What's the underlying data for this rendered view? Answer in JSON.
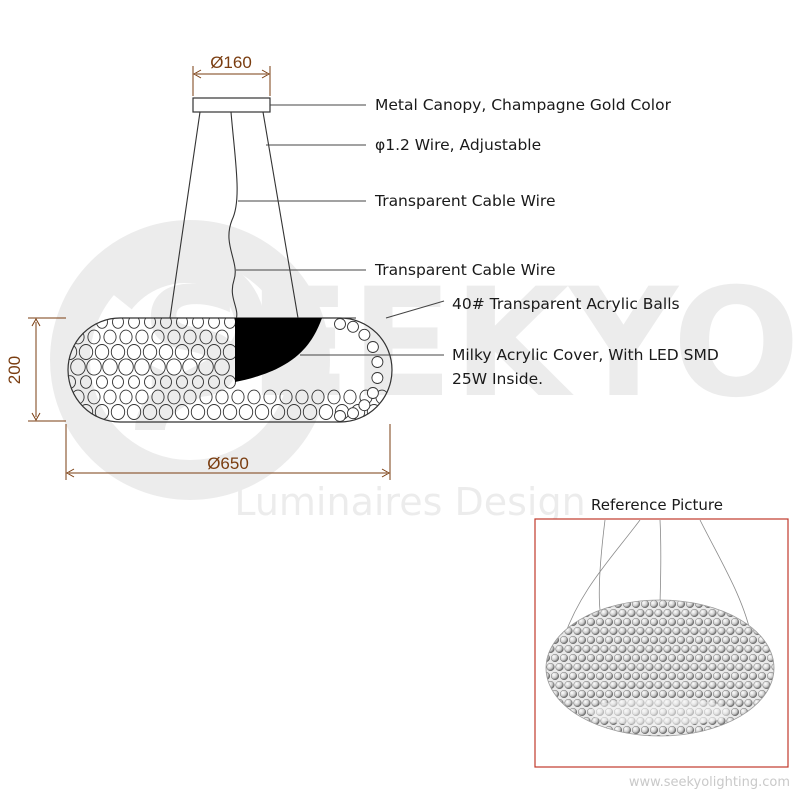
{
  "watermark": {
    "brand": "SEEKYO",
    "tagline": "Luminaires Design"
  },
  "dimensions": {
    "canopy_diameter": "Ø160",
    "height": "200",
    "overall_diameter": "Ø650"
  },
  "callouts": [
    "Metal Canopy, Champagne Gold Color",
    "φ1.2 Wire, Adjustable",
    "Transparent Cable Wire",
    "Transparent Cable Wire",
    "40# Transparent Acrylic Balls",
    "Milky Acrylic Cover, With LED SMD",
    "25W Inside."
  ],
  "reference": {
    "title": "Reference Picture"
  },
  "footer": {
    "url": "www.seekyolighting.com"
  },
  "colors": {
    "dimension": "#7a3d10",
    "reference_border": "#c0392b",
    "callout_line": "#444444"
  }
}
